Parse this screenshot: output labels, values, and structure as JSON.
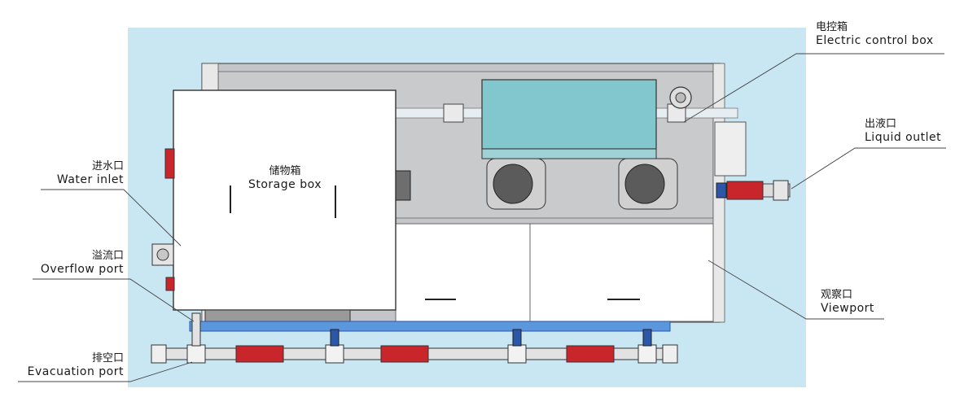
{
  "labels": {
    "electric_control_box": {
      "zh": "电控箱",
      "en": "Electric control box"
    },
    "liquid_outlet": {
      "zh": "出液口",
      "en": "Liquid outlet"
    },
    "water_inlet": {
      "zh": "进水口",
      "en": "Water inlet"
    },
    "overflow_port": {
      "zh": "溢流口",
      "en": "Overflow port"
    },
    "evacuation_port": {
      "zh": "排空口",
      "en": "Evacuation port"
    },
    "viewport": {
      "zh": "观察口",
      "en": "Viewport"
    },
    "storage_box": {
      "zh": "储物箱",
      "en": "Storage box"
    }
  },
  "colors": {
    "background_panel": "#c9e6f3",
    "cabinet": "#c7c7c9",
    "control_box": "#7fc6cc",
    "pipe": "#dcdcdc",
    "valve": "#c8262b",
    "connector": "#2c57a8"
  }
}
